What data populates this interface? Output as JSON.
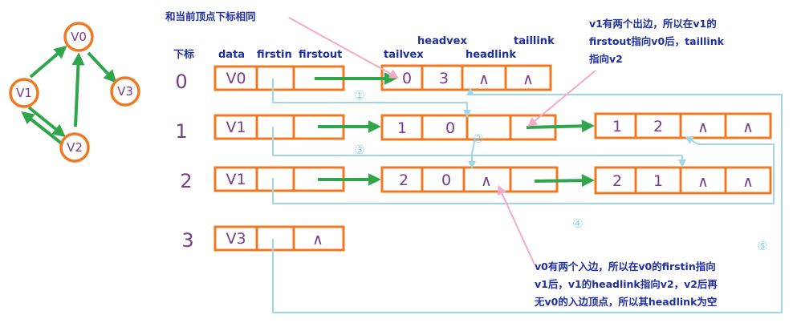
{
  "graph": {
    "vertices": [
      {
        "id": "v0",
        "label": "V0"
      },
      {
        "id": "v1",
        "label": "V1"
      },
      {
        "id": "v2",
        "label": "V2"
      },
      {
        "id": "v3",
        "label": "V3"
      }
    ]
  },
  "headers": {
    "index": "下标",
    "data": "data",
    "firstin": "firstin",
    "firstout": "firstout",
    "tailvex": "tailvex",
    "headvex": "headvex",
    "headlink": "headlink",
    "taillink": "taillink"
  },
  "vertex_table": [
    {
      "index": "0",
      "data": "V0"
    },
    {
      "index": "1",
      "data": "V1"
    },
    {
      "index": "2",
      "data": "V1"
    },
    {
      "index": "3",
      "data": "V3",
      "firstout": "∧"
    }
  ],
  "arc_nodes": [
    {
      "tailvex": "0",
      "headvex": "3",
      "headlink": "∧",
      "taillink": "∧"
    },
    {
      "tailvex": "1",
      "headvex": "0",
      "headlink": "",
      "taillink": ""
    },
    {
      "tailvex": "1",
      "headvex": "2",
      "headlink": "∧",
      "taillink": "∧"
    },
    {
      "tailvex": "2",
      "headvex": "0",
      "headlink": "∧",
      "taillink": ""
    },
    {
      "tailvex": "2",
      "headvex": "1",
      "headlink": "∧",
      "taillink": "∧"
    }
  ],
  "step_markers": [
    "①",
    "②",
    "③",
    "④",
    "⑤"
  ],
  "notes": {
    "same_index": "和当前顶点下标相同",
    "v1_out_1": "v1有两个出边，所以在v1的",
    "v1_out_2": "firstout指向v0后，taillink",
    "v1_out_3": "指向v2",
    "v0_in_1": "v0有两个入边，所以在v0的firstin指向",
    "v0_in_2": "v1后，v1的headlink指向v2，v2后再",
    "v0_in_3": "无v0的入边顶点，所以其headlink为空"
  }
}
